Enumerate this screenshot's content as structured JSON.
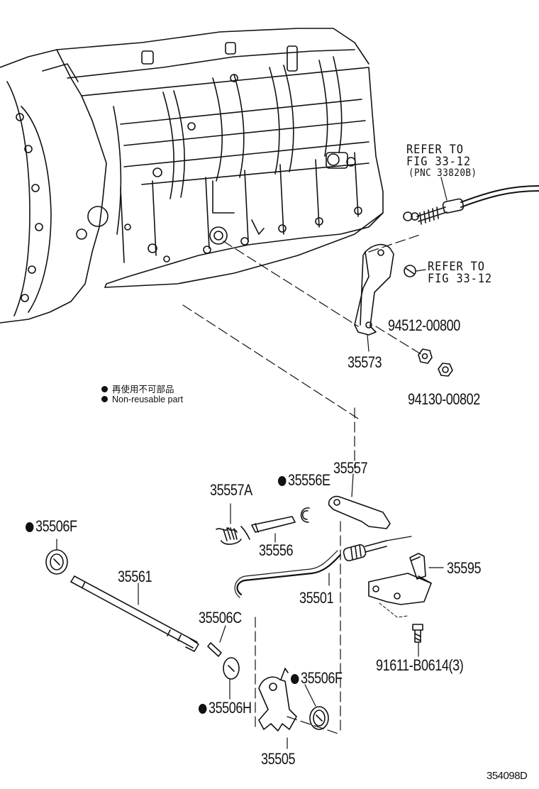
{
  "legend": {
    "line_ja": "再使用不可部品",
    "line_en": "Non-reusable part"
  },
  "references": {
    "cable_ref": [
      "REFER TO",
      "FIG 33-12",
      "(PNC 33820B)"
    ],
    "nut_ref": [
      "REFER TO",
      "FIG 33-12"
    ]
  },
  "parts": {
    "p94512": "94512-00800",
    "p35573": "35573",
    "p94130": "94130-00802",
    "p35557": "35557",
    "p35556E": "35556E",
    "p35557A": "35557A",
    "p35556": "35556",
    "p35506F_left": "35506F",
    "p35561": "35561",
    "p35501": "35501",
    "p35595": "35595",
    "p35506C": "35506C",
    "p91611": "91611-B0614(3)",
    "p35506F_right": "35506F",
    "p35506H": "35506H",
    "p35505": "35505"
  },
  "figure_code": "354098D",
  "colors": {
    "ink": "#111111",
    "background": "#ffffff"
  }
}
